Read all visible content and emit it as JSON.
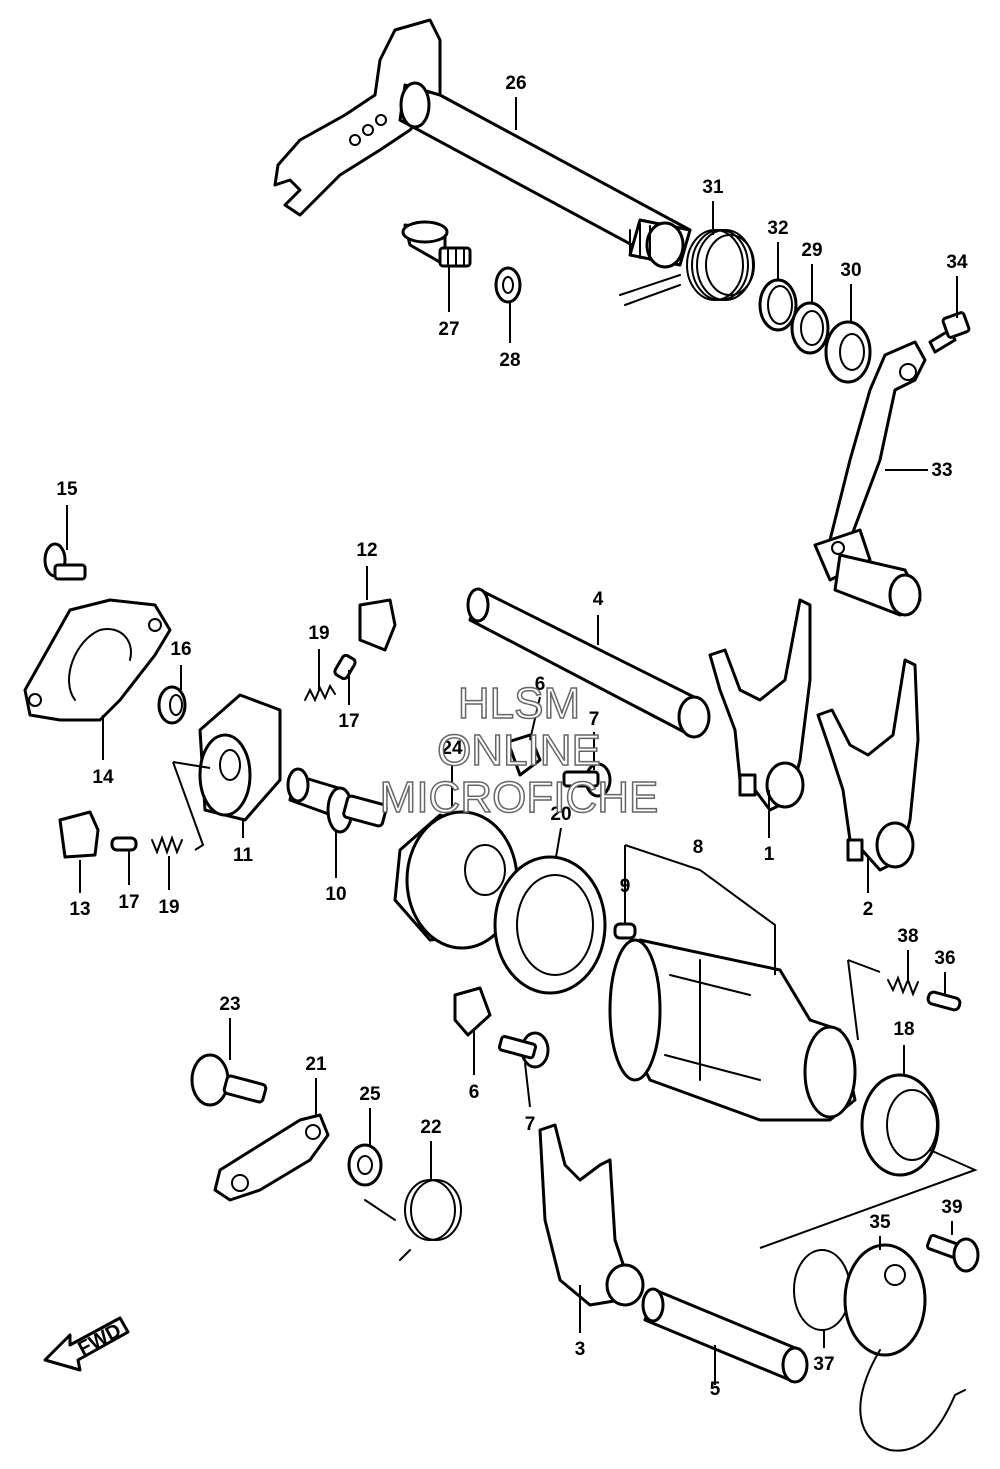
{
  "diagram": {
    "callouts": [
      "1",
      "2",
      "3",
      "4",
      "5",
      "6",
      "6",
      "7",
      "7",
      "8",
      "9",
      "10",
      "11",
      "12",
      "13",
      "14",
      "15",
      "16",
      "17",
      "17",
      "18",
      "19",
      "19",
      "20",
      "21",
      "22",
      "23",
      "24",
      "25",
      "26",
      "27",
      "28",
      "29",
      "30",
      "31",
      "32",
      "33",
      "34",
      "35",
      "36",
      "37",
      "38",
      "39"
    ],
    "watermark": [
      "HLSM",
      "ONLINE",
      "MICROFICHE"
    ],
    "direction_label": "FWD"
  }
}
